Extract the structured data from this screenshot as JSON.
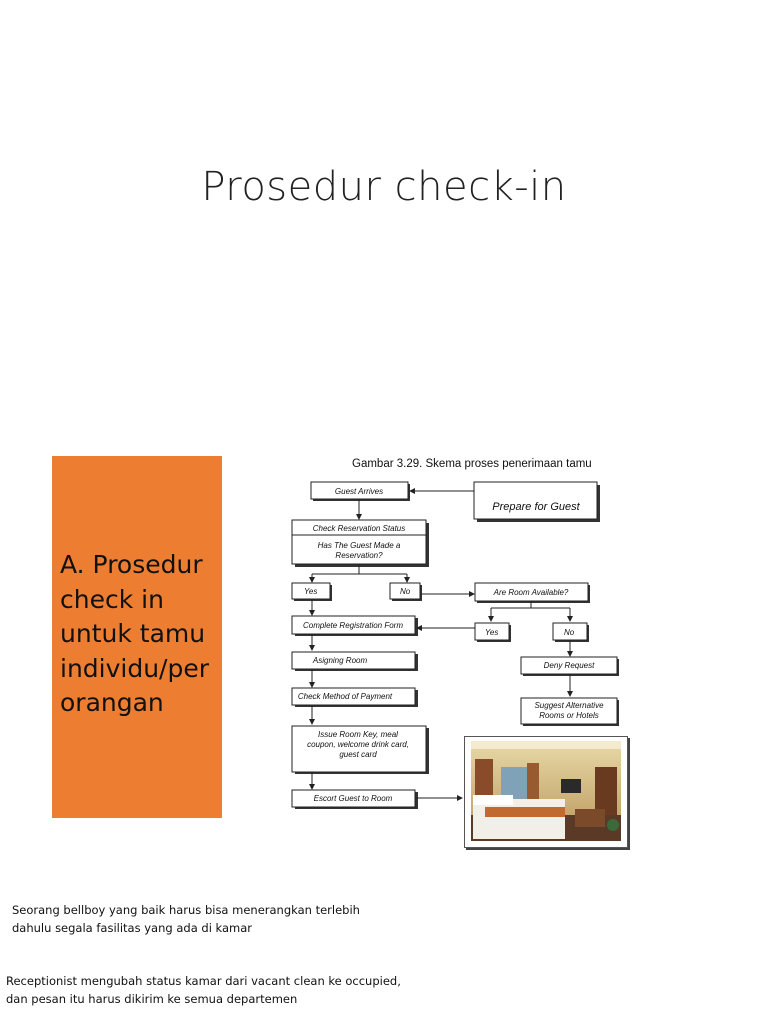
{
  "slide": {
    "title": "Prosedur check-in",
    "panel_text": "A. Prosedur check in untuk tamu individu/per orangan"
  },
  "figure": {
    "caption": "Gambar 3.29. Skema proses penerimaan tamu",
    "nodes": {
      "guest_arrives": "Guest Arrives",
      "prepare": "Prepare for Guest",
      "check_status": "Check Reservation Status",
      "question_1": "Has The Guest Made a",
      "question_2": "Reservation?",
      "yes_1": "Yes",
      "no_1": "No",
      "rooms_available": "Are Room Available?",
      "registration": "Complete Registration Form",
      "yes_2": "Yes",
      "no_2": "No",
      "assigning": "Asigning Room",
      "deny": "Deny Request",
      "payment": "Check Method of Payment",
      "suggest_1": "Suggest Alternative",
      "suggest_2": "Rooms or Hotels",
      "issue_1": "Issue Room Key, meal",
      "issue_2": "coupon, welcome drink card,",
      "issue_3": "guest card",
      "escort": "Escort Guest to Room"
    },
    "photo_icon": "hotel-room-photo"
  },
  "notes": {
    "bellboy": "Seorang bellboy yang baik harus bisa menerangkan terlebih dahulu segala fasilitas yang ada di kamar",
    "receptionist": "Receptionist mengubah status kamar dari vacant clean ke occupied, dan pesan itu harus dikirim ke semua departemen"
  },
  "colors": {
    "panel": "#ED7D31"
  }
}
